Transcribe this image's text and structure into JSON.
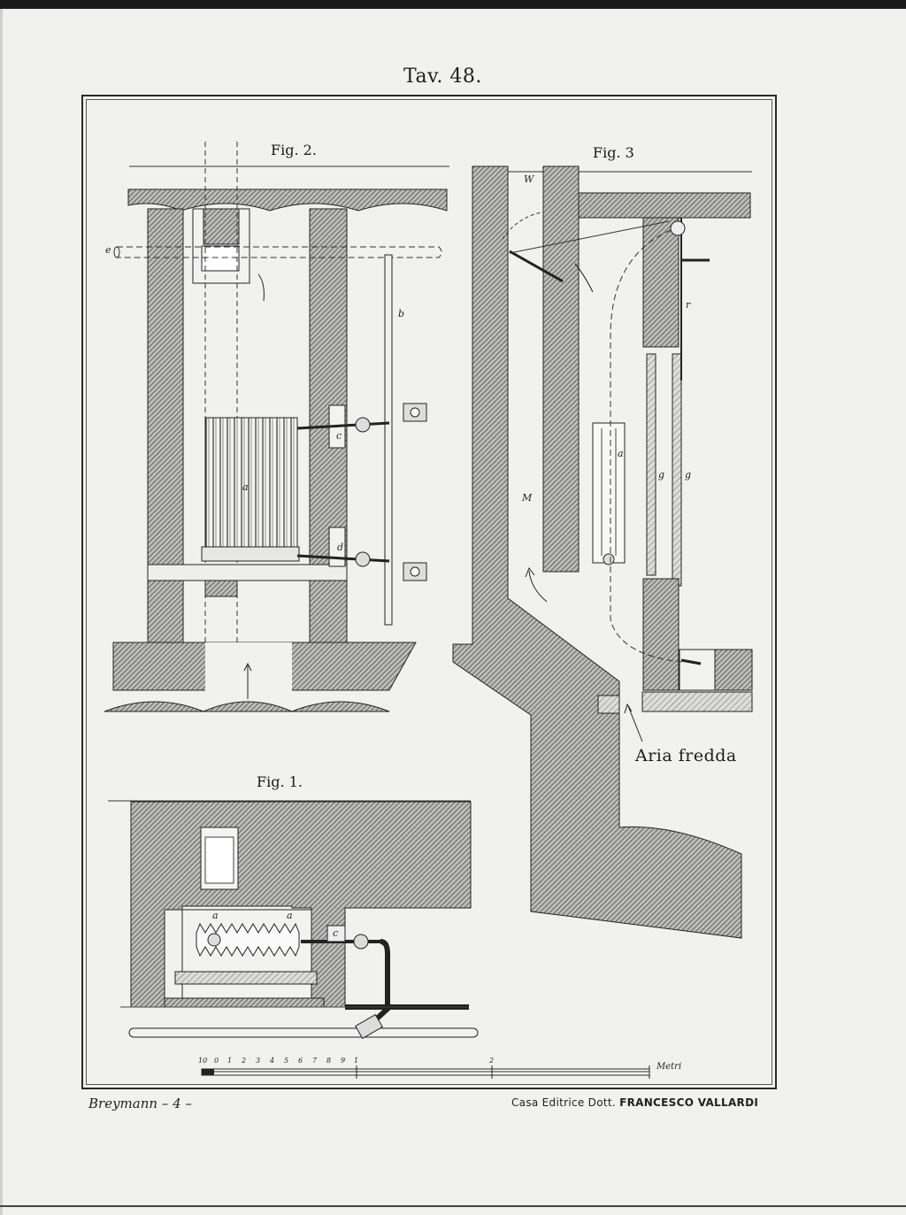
{
  "plate": {
    "title": "Tav. 48.",
    "fig1_label": "Fig. 1.",
    "fig2_label": "Fig. 2.",
    "fig3_label": "Fig. 3"
  },
  "letters": {
    "e": "e",
    "b": "b",
    "c": "c",
    "d": "d",
    "a": "a",
    "W": "W",
    "M": "M",
    "r": "r",
    "g": "g"
  },
  "annotation": {
    "aria_fredda": "Aria fredda"
  },
  "scale": {
    "numbers": [
      "10",
      "0",
      "1",
      "2",
      "3",
      "4",
      "5",
      "6",
      "7",
      "8",
      "9",
      "1",
      "2"
    ],
    "unit": "Metri"
  },
  "footer": {
    "left": "Breymann – 4 –",
    "publisher_prefix": "Casa Editrice Dott.",
    "publisher_name": "FRANCESCO VALLARDI"
  }
}
